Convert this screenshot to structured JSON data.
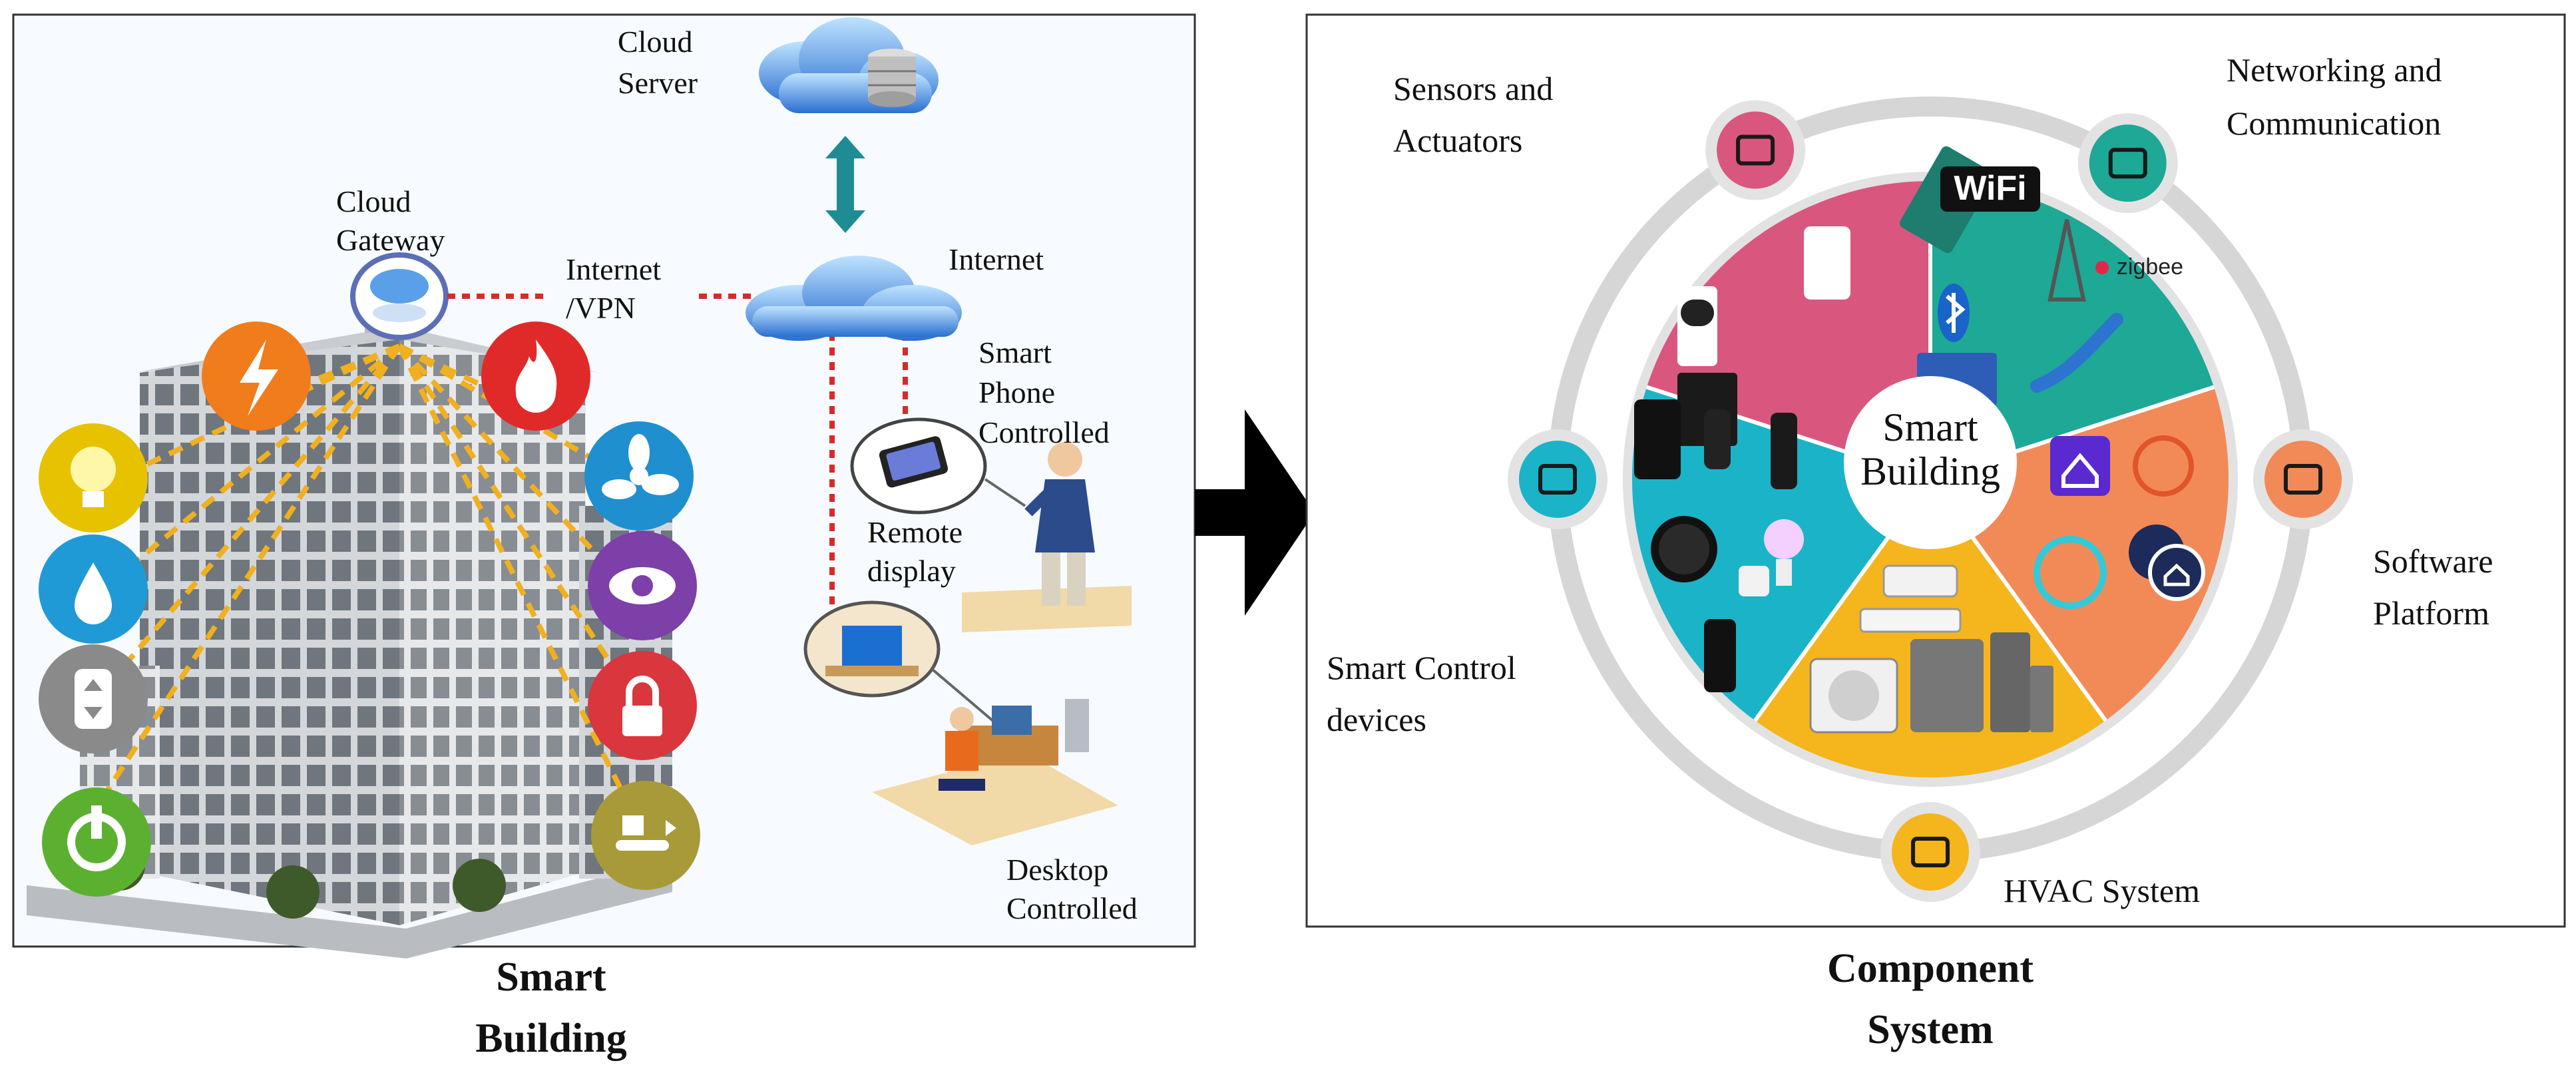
{
  "left_panel": {
    "caption_line1": "Smart",
    "caption_line2": "Building",
    "labels": {
      "cloud_server_1": "Cloud",
      "cloud_server_2": "Server",
      "cloud_gateway_1": "Cloud",
      "cloud_gateway_2": "Gateway",
      "internet_vpn_1": "Internet",
      "internet_vpn_2": "/VPN",
      "internet": "Internet",
      "smart_phone_1": "Smart",
      "smart_phone_2": "Phone",
      "smart_phone_3": "Controlled",
      "remote_1": "Remote",
      "remote_2": "display",
      "desktop_1": "Desktop",
      "desktop_2": "Controlled"
    },
    "device_icons": [
      {
        "name": "bulb-icon",
        "color": "#e6c200"
      },
      {
        "name": "water-drop-icon",
        "color": "#1f9ad6"
      },
      {
        "name": "elevator-icon",
        "color": "#8a8a8a"
      },
      {
        "name": "plug-icon",
        "color": "#5cb030"
      },
      {
        "name": "lightning-icon",
        "color": "#f07c1c"
      },
      {
        "name": "fire-icon",
        "color": "#e02a2a"
      },
      {
        "name": "fan-icon",
        "color": "#1f8fd0"
      },
      {
        "name": "eye-icon",
        "color": "#7d3fa8"
      },
      {
        "name": "lock-icon",
        "color": "#d9363e"
      },
      {
        "name": "conveyor-icon",
        "color": "#a89a38"
      }
    ]
  },
  "right_panel": {
    "caption_line1": "Component",
    "caption_line2": "System",
    "center_line1": "Smart",
    "center_line2": "Building",
    "wifi_text": "WiFi",
    "zigbee_text": "zigbee",
    "components": [
      {
        "key": "sensors",
        "line1": "Sensors and",
        "line2": "Actuators",
        "color": "#d9577e",
        "icon": "sensor-icon"
      },
      {
        "key": "network",
        "line1": "Networking and",
        "line2": "Communication",
        "color": "#1ea896",
        "icon": "network-icon"
      },
      {
        "key": "software",
        "line1": "Software",
        "line2": "Platform",
        "color": "#f28a58",
        "icon": "software-icon"
      },
      {
        "key": "hvac",
        "line1": "HVAC System",
        "line2": "",
        "color": "#f5b51c",
        "icon": "hvac-fan-icon"
      },
      {
        "key": "control",
        "line1": "Smart Control",
        "line2": "devices",
        "color": "#1bb3c8",
        "icon": "control-devices-icon"
      }
    ]
  },
  "arrow_color": "#000000"
}
